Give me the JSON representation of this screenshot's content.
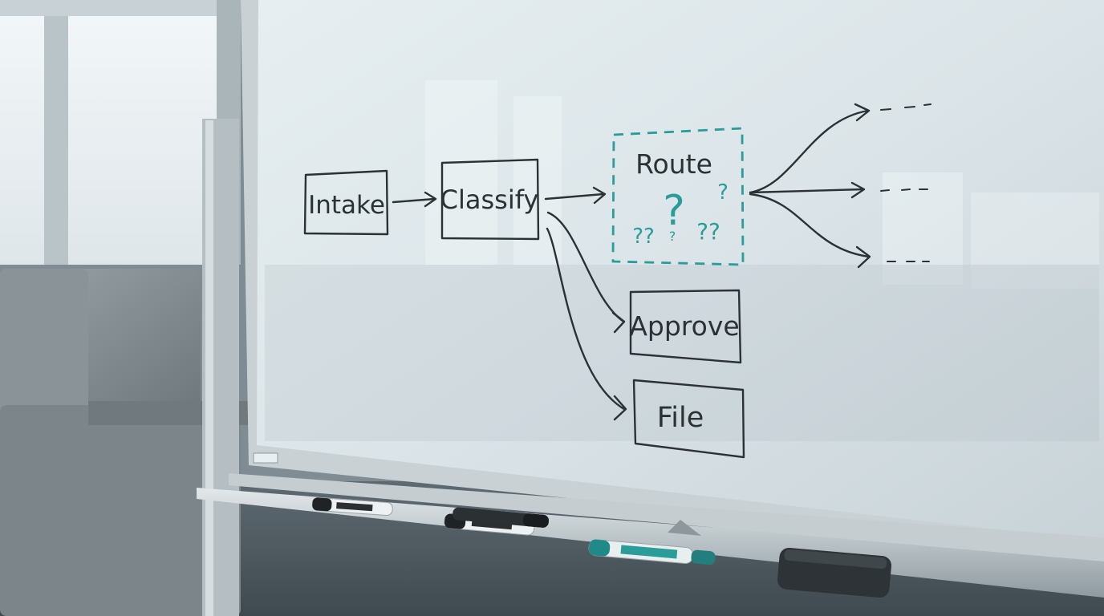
{
  "scene": {
    "description_colors": {
      "board": "#dfe7ea",
      "ink": "#2b3134",
      "teal": "#2a9c9a",
      "frame": "#c9d0d4",
      "window": "#eef3f5",
      "chair": "#8e979c"
    }
  },
  "whiteboard": {
    "nodes": {
      "intake": "Intake",
      "classify": "Classify",
      "route": "Route",
      "approve": "Approve",
      "file": "File"
    },
    "question_marks": [
      "?",
      "?",
      "?",
      "??",
      "??"
    ],
    "route_outputs": [
      "- - -",
      "- - -",
      "- - -"
    ]
  },
  "tray": {
    "markers": [
      {
        "color": "black",
        "label": ""
      },
      {
        "color": "black",
        "label": ""
      },
      {
        "color": "black",
        "label": ""
      },
      {
        "color": "teal",
        "label": ""
      }
    ],
    "eraser": "eraser"
  }
}
